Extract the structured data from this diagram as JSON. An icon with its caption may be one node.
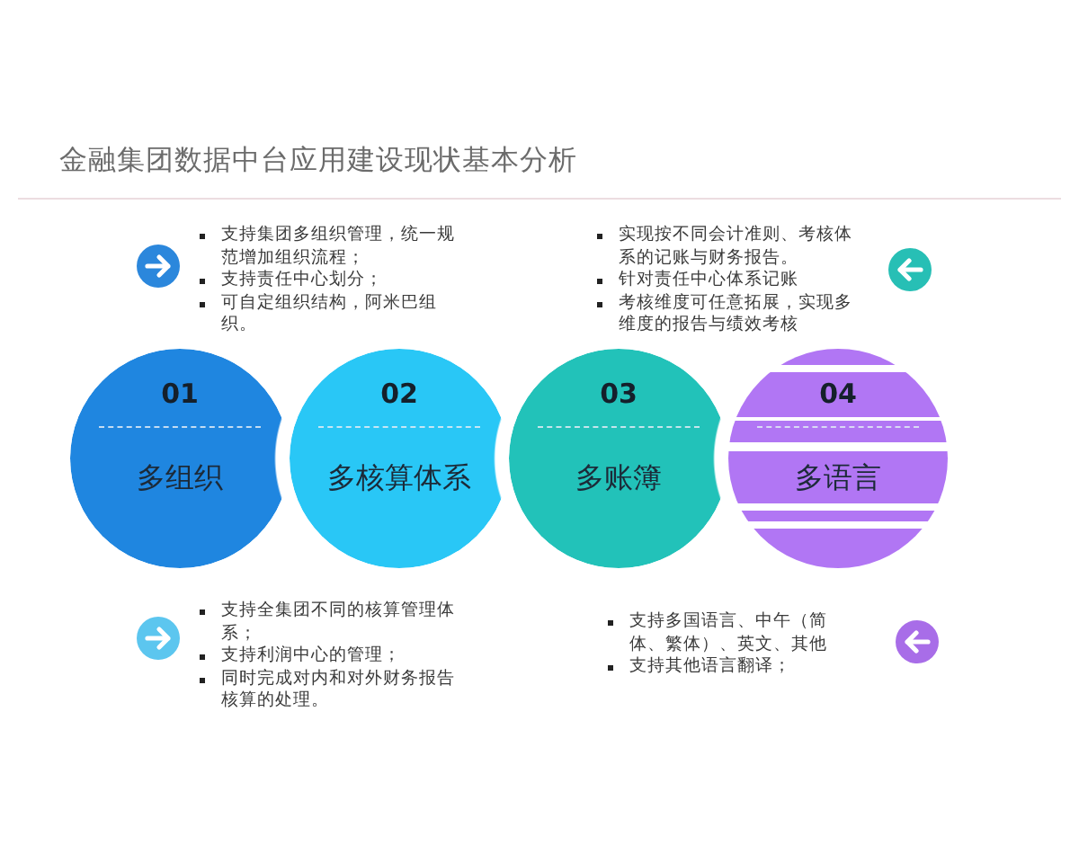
{
  "diagram": {
    "title": "金融集团数据中台应用建设现状基本分析",
    "nodes": [
      {
        "text": [
          "01",
          "多组织"
        ],
        "beside": [
          "支持集团多组织管理，统一规范增加组织流程；",
          "支持责任中心划分；",
          "可自定组织结构，阿米巴组织。"
        ]
      },
      {
        "text": [
          "02",
          "多核算体系"
        ],
        "beside": [
          "支持全集团不同的核算管理体系；",
          "支持利润中心的管理；",
          "同时完成对内和对外财务报告核算的处理。"
        ]
      },
      {
        "text": [
          "03",
          "多账簿"
        ],
        "beside": [
          "实现按不同会计准则、考核体系的记账与财务报告。",
          "针对责任中心体系记账",
          "考核维度可任意拓展，实现多维度的报告与绩效考核"
        ]
      },
      {
        "text": [
          "04",
          "多语言"
        ],
        "beside": [
          "支持多国语言、中午（简体、繁体）、英文、其他",
          "支持其他语言翻译；"
        ]
      }
    ]
  }
}
